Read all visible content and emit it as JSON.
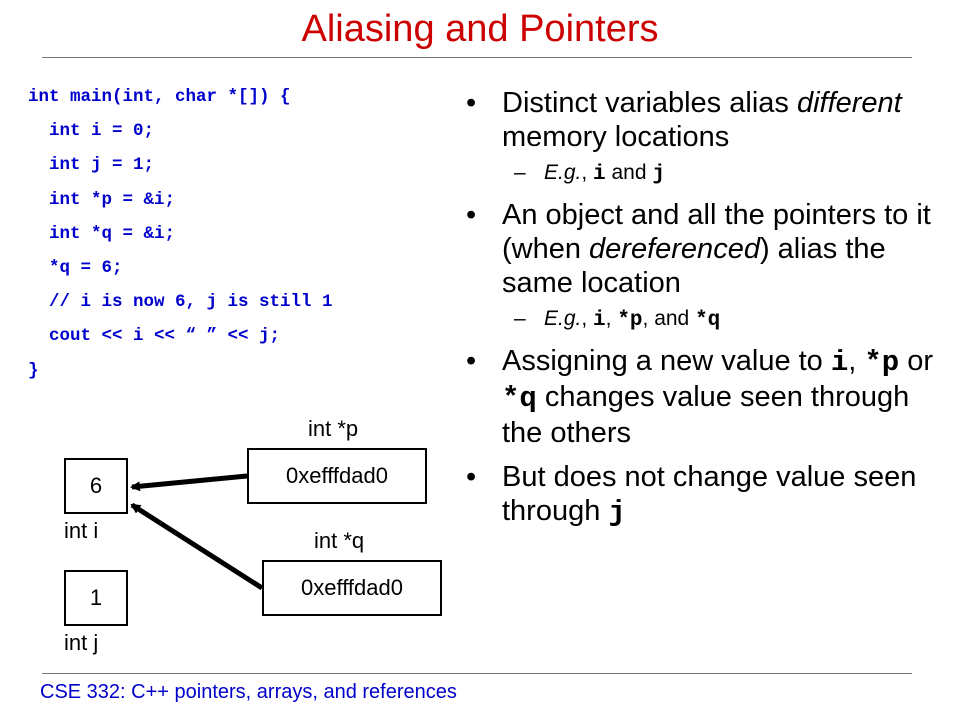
{
  "title": "Aliasing and Pointers",
  "code_lines": [
    "int main(int, char *[]) {",
    "  int i = 0;",
    "  int j = 1;",
    "  int *p = &i;",
    "  int *q = &i;",
    "  *q = 6;",
    "  // i is now 6, j is still 1",
    "  cout << i << “ ” << j;",
    "}"
  ],
  "bullets": {
    "b1_text_1": "Distinct variables alias ",
    "b1_em": "different",
    "b1_text_2": " memory locations",
    "b1_sub_eg": "E.g.",
    "b1_sub_comma": ", ",
    "b1_sub_i": "i",
    "b1_sub_and": " and ",
    "b1_sub_j": "j",
    "b2_text_1": "An object and all the pointers to it (when ",
    "b2_em": "dereferenced",
    "b2_text_2": ") alias the same location",
    "b2_sub_eg": "E.g.",
    "b2_sub_comma1": ", ",
    "b2_sub_i": "i",
    "b2_sub_comma2": ", ",
    "b2_sub_p": "*p",
    "b2_sub_and": ", and ",
    "b2_sub_q": "*q",
    "b3_text_1": "Assigning a new value to ",
    "b3_i": "i",
    "b3_comma": ", ",
    "b3_p": "*p",
    "b3_or": " or ",
    "b3_q": "*q",
    "b3_text_2": " changes value seen through the others",
    "b4_text_1": "But does not change value seen through ",
    "b4_j": "j"
  },
  "diagram": {
    "box_i_value": "6",
    "label_i": "int i",
    "box_j_value": "1",
    "label_j": "int j",
    "box_p_value": "0xefffdad0",
    "label_p": "int *p",
    "box_q_value": "0xefffdad0",
    "label_q": "int *q"
  },
  "footer": "CSE 332: C++ pointers, arrays, and references",
  "colors": {
    "title": "#cc0000",
    "code": "#0000cc",
    "footer": "#0000cc"
  }
}
